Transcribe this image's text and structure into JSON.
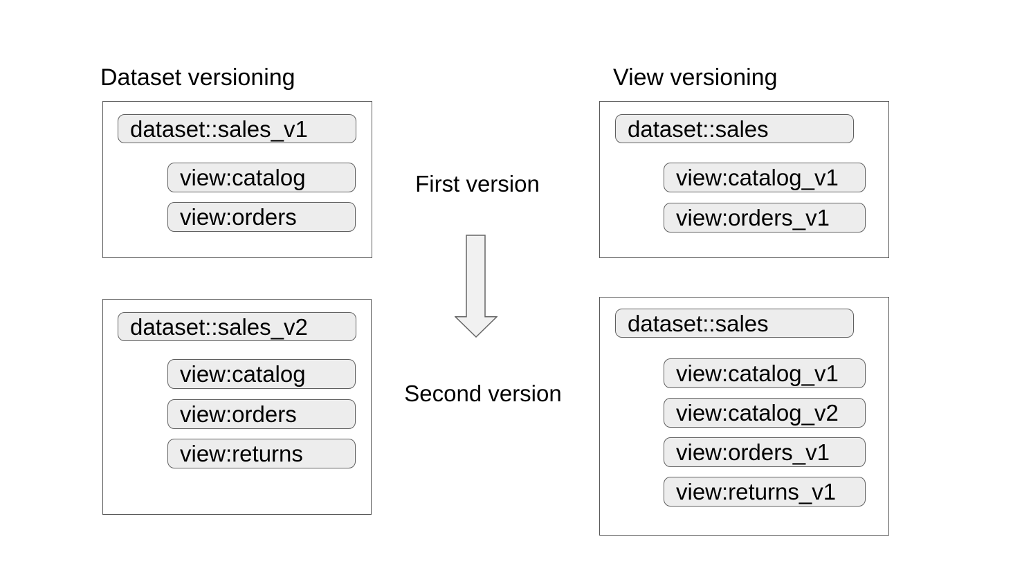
{
  "diagram": {
    "left": {
      "title": "Dataset versioning",
      "boxes": [
        {
          "dataset": "dataset::sales_v1",
          "views": [
            "view:catalog",
            "view:orders"
          ]
        },
        {
          "dataset": "dataset::sales_v2",
          "views": [
            "view:catalog",
            "view:orders",
            "view:returns"
          ]
        }
      ]
    },
    "right": {
      "title": "View versioning",
      "boxes": [
        {
          "dataset": "dataset::sales",
          "views": [
            "view:catalog_v1",
            "view:orders_v1"
          ]
        },
        {
          "dataset": "dataset::sales",
          "views": [
            "view:catalog_v1",
            "view:catalog_v2",
            "view:orders_v1",
            "view:returns_v1"
          ]
        }
      ]
    },
    "center": {
      "first_label": "First version",
      "second_label": "Second version",
      "arrow_icon": "down-arrow-icon",
      "arrow_direction": "down"
    },
    "colors": {
      "background": "#ffffff",
      "text": "#000000",
      "box_border": "#595959",
      "pill_fill": "#ededed",
      "pill_border": "#5f5f5f",
      "arrow_fill": "#f1f1f1",
      "arrow_border": "#666666"
    }
  }
}
